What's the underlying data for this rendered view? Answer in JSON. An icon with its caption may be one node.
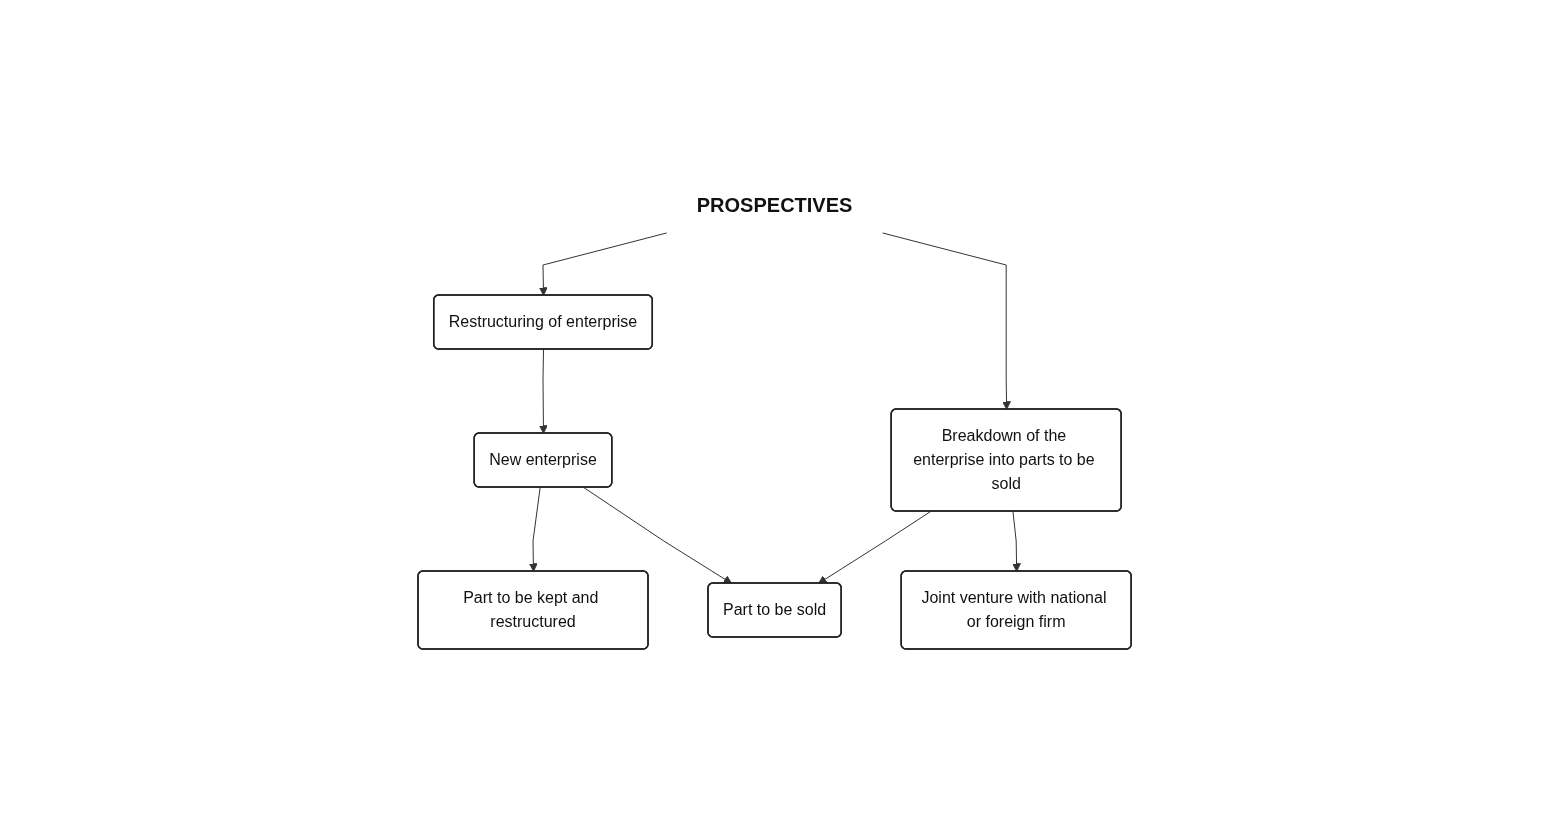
{
  "diagram": {
    "nodes": [
      {
        "text": [
          "PROSPECTIVES"
        ]
      },
      {
        "text": [
          "Restructuring of enterprise"
        ]
      },
      {
        "text": [
          "Breakdown of the enterprise into parts to be sold"
        ]
      },
      {
        "text": [
          "New enterprise"
        ]
      },
      {
        "text": [
          "Part to be kept and restructured"
        ]
      },
      {
        "text": [
          "Part to be sold"
        ]
      },
      {
        "text": [
          "Joint venture with national or foreign firm"
        ]
      }
    ],
    "edges": [
      {
        "from": 0,
        "to": 1,
        "arrow": "to"
      },
      {
        "from": 0,
        "to": 2,
        "arrow": "to"
      },
      {
        "from": 1,
        "to": 3,
        "arrow": "to"
      },
      {
        "from": 3,
        "to": 4,
        "arrow": "to"
      },
      {
        "from": 3,
        "to": 5,
        "arrow": "to"
      },
      {
        "from": 2,
        "to": 5,
        "arrow": "to"
      },
      {
        "from": 2,
        "to": 6,
        "arrow": "to"
      }
    ]
  }
}
